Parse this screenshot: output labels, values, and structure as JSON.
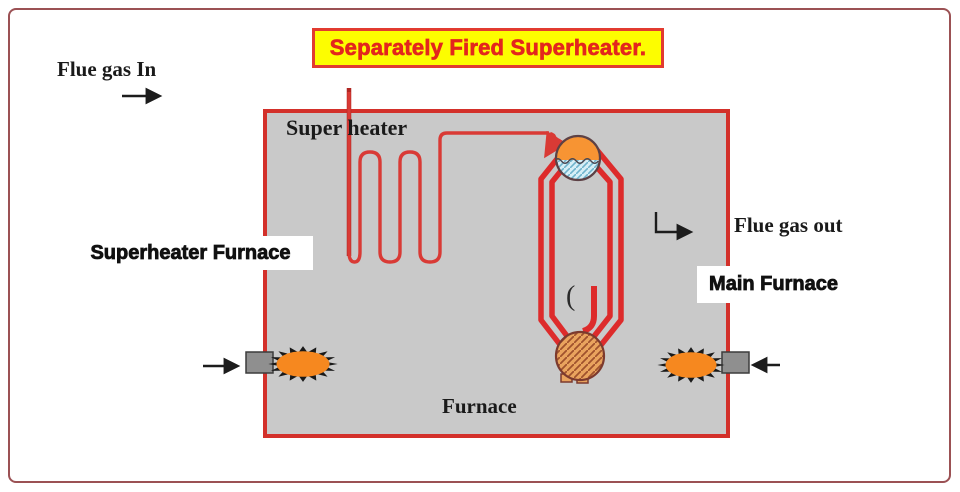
{
  "title": {
    "text": "Separately Fired Superheater."
  },
  "labels": {
    "flue_gas_in": "Flue gas In",
    "superheater": "Super heater",
    "superheater_furnace": "Superheater Furnace",
    "main_furnace": "Main Furnace",
    "flue_gas_out": "Flue gas out",
    "furnace": "Furnace",
    "paren_mark": "("
  },
  "icons": {
    "flue_gas_in_arrow": "arrow-right",
    "flue_gas_out_arrow": "elbow-arrow-right",
    "left_burner_arrow": "arrow-right",
    "right_burner_arrow": "arrow-left",
    "steam_outlet_arrow": "arrow-into-drum"
  },
  "colors": {
    "outer_border": "#9b5154",
    "furnace_fill": "#c9c9c9",
    "furnace_border": "#d3302a",
    "pipe_red": "#d93a35",
    "inlet_red": "#b02722",
    "loop_red": "#dd2b2b",
    "title_bg": "#fdfd00",
    "title_text": "#e3261d",
    "title_border": "#e23b30",
    "flame_orange": "#f6881f",
    "drum_steam_orange": "#f79433",
    "drum_water_blue": "#d6eef6",
    "mud_drum_orange": "#e9a35e",
    "nozzle_gray": "#8f8f8f"
  }
}
